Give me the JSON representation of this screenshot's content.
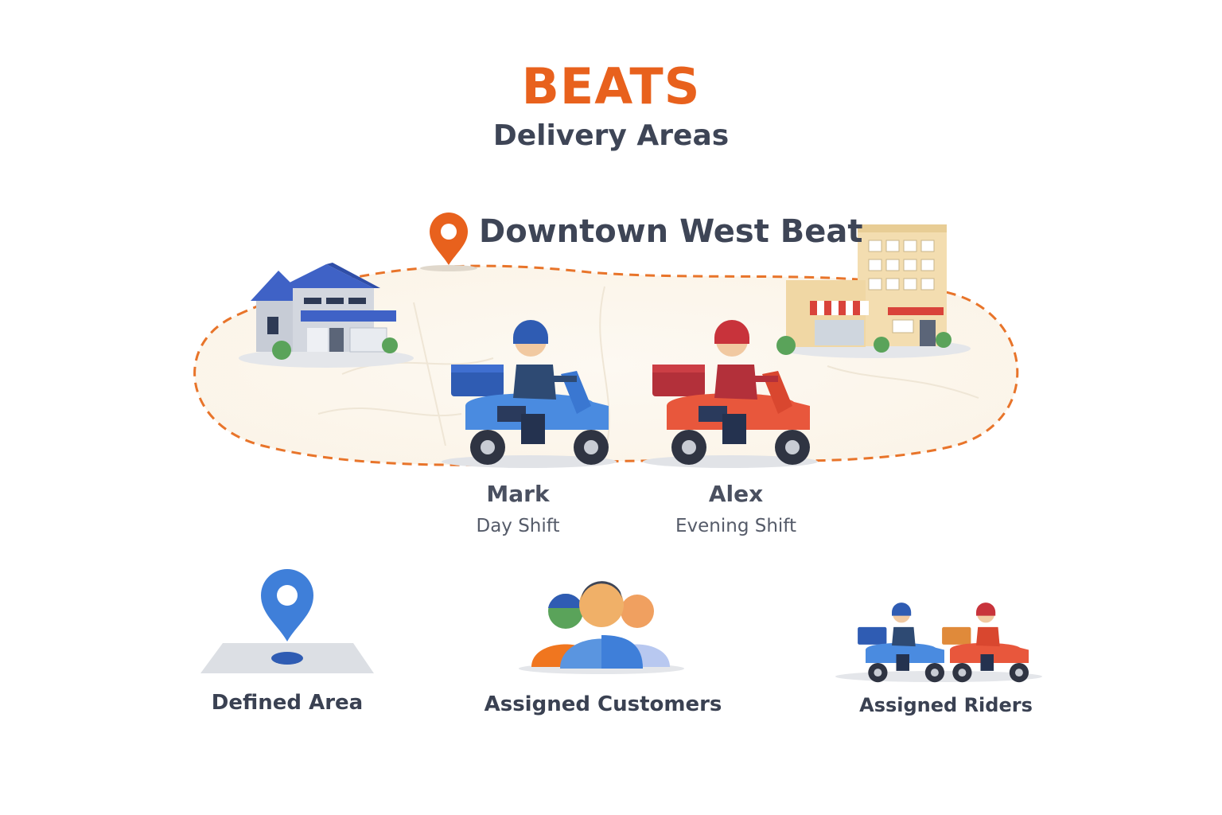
{
  "header": {
    "title": "BEATS",
    "subtitle": "Delivery Areas"
  },
  "beat": {
    "name": "Downtown West Beat",
    "pin_icon": "map-pin-icon",
    "boundary_color": "#e8742a"
  },
  "riders": [
    {
      "name": "Mark",
      "shift": "Day Shift",
      "color": "#3f7fd9",
      "icon": "scooter-rider-icon"
    },
    {
      "name": "Alex",
      "shift": "Evening Shift",
      "color": "#e2523a",
      "icon": "scooter-rider-icon"
    }
  ],
  "features": [
    {
      "label": "Defined Area",
      "icon": "location-pin-icon"
    },
    {
      "label": "Assigned Customers",
      "icon": "customers-group-icon"
    },
    {
      "label": "Assigned Riders",
      "icon": "riders-pair-icon"
    }
  ],
  "colors": {
    "accent": "#e8611d",
    "text_dark": "#3e4556",
    "blue": "#3f7fd9",
    "red": "#e2523a"
  }
}
